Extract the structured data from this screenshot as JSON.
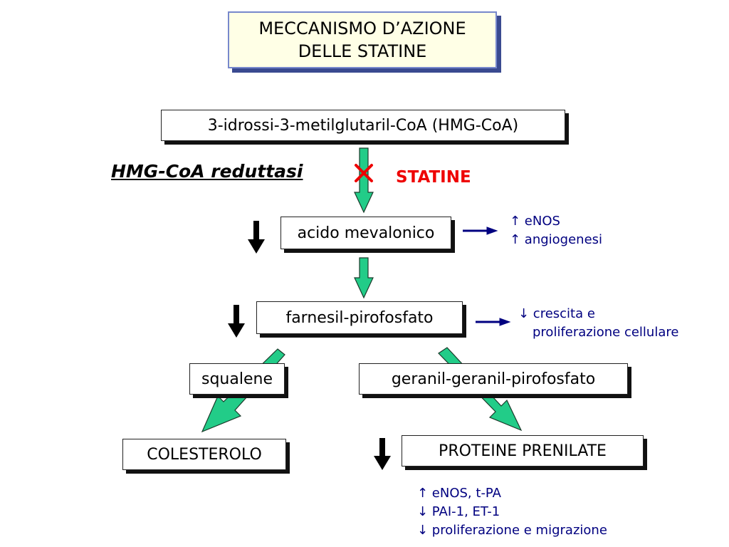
{
  "title": {
    "line1": "MECCANISMO D’AZIONE",
    "line2": "DELLE STATINE"
  },
  "nodes": {
    "hmg_coa": "3-idrossi-3-metilglutaril-CoA (HMG-CoA)",
    "mevalonico": "acido mevalonico",
    "farnesil": "farnesil-pirofosfato",
    "squalene": "squalene",
    "geranil": "geranil-geranil-pirofosfato",
    "colesterolo": "COLESTEROLO",
    "proteine": "PROTEINE PRENILATE"
  },
  "enzyme": "HMG-CoA reduttasi",
  "inhibitor": "STATINE",
  "effects": {
    "mevalonico": [
      "↑ eNOS",
      "↑ angiogenesi"
    ],
    "farnesil": [
      "↓ crescita e",
      "proliferazione cellulare"
    ],
    "proteine": [
      "↑ eNOS, t-PA",
      "↓ PAI-1, ET-1",
      "↓  proliferazione e migrazione"
    ]
  },
  "colors": {
    "flow_arrow_fill": "#22cc88",
    "effect_arrow": "#000080",
    "inhibitor": "#ee0000",
    "effect_text": "#000080",
    "title_fill": "#ffffe6",
    "title_shadow": "#3a4a90"
  },
  "icons": {
    "inhibition": "cross-icon",
    "decrease": "down-arrow-icon",
    "pathway": "pathway-arrow-icon",
    "effect": "right-arrow-icon"
  }
}
